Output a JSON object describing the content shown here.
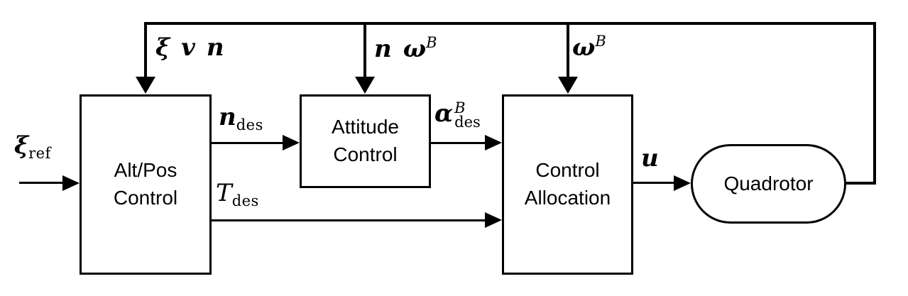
{
  "diagram": {
    "description": "Quadrotor cascaded control architecture block diagram",
    "colors": {
      "line": "#000000",
      "background": "#ffffff"
    },
    "blocks": {
      "alt_pos": {
        "line1": "Alt/Pos",
        "line2": "Control"
      },
      "attitude": {
        "line1": "Attitude",
        "line2": "Control"
      },
      "allocation": {
        "line1": "Control",
        "line2": "Allocation"
      },
      "quadrotor": {
        "label": "Quadrotor"
      }
    },
    "signals": {
      "ref_input": {
        "base": "ξ",
        "sub": "ref"
      },
      "feedback_altpos": {
        "p1": "ξ",
        "p2": "v",
        "p3": "n"
      },
      "feedback_attitude": {
        "p1": "n",
        "p2": "ω",
        "sup": "B"
      },
      "feedback_allocation": {
        "base": "ω",
        "sup": "B"
      },
      "n_des": {
        "base": "n",
        "sub": "des"
      },
      "alpha_des": {
        "base": "α",
        "sup": "B",
        "sub": "des"
      },
      "t_des": {
        "base": "T",
        "sub": "des"
      },
      "u": {
        "base": "u"
      }
    }
  }
}
